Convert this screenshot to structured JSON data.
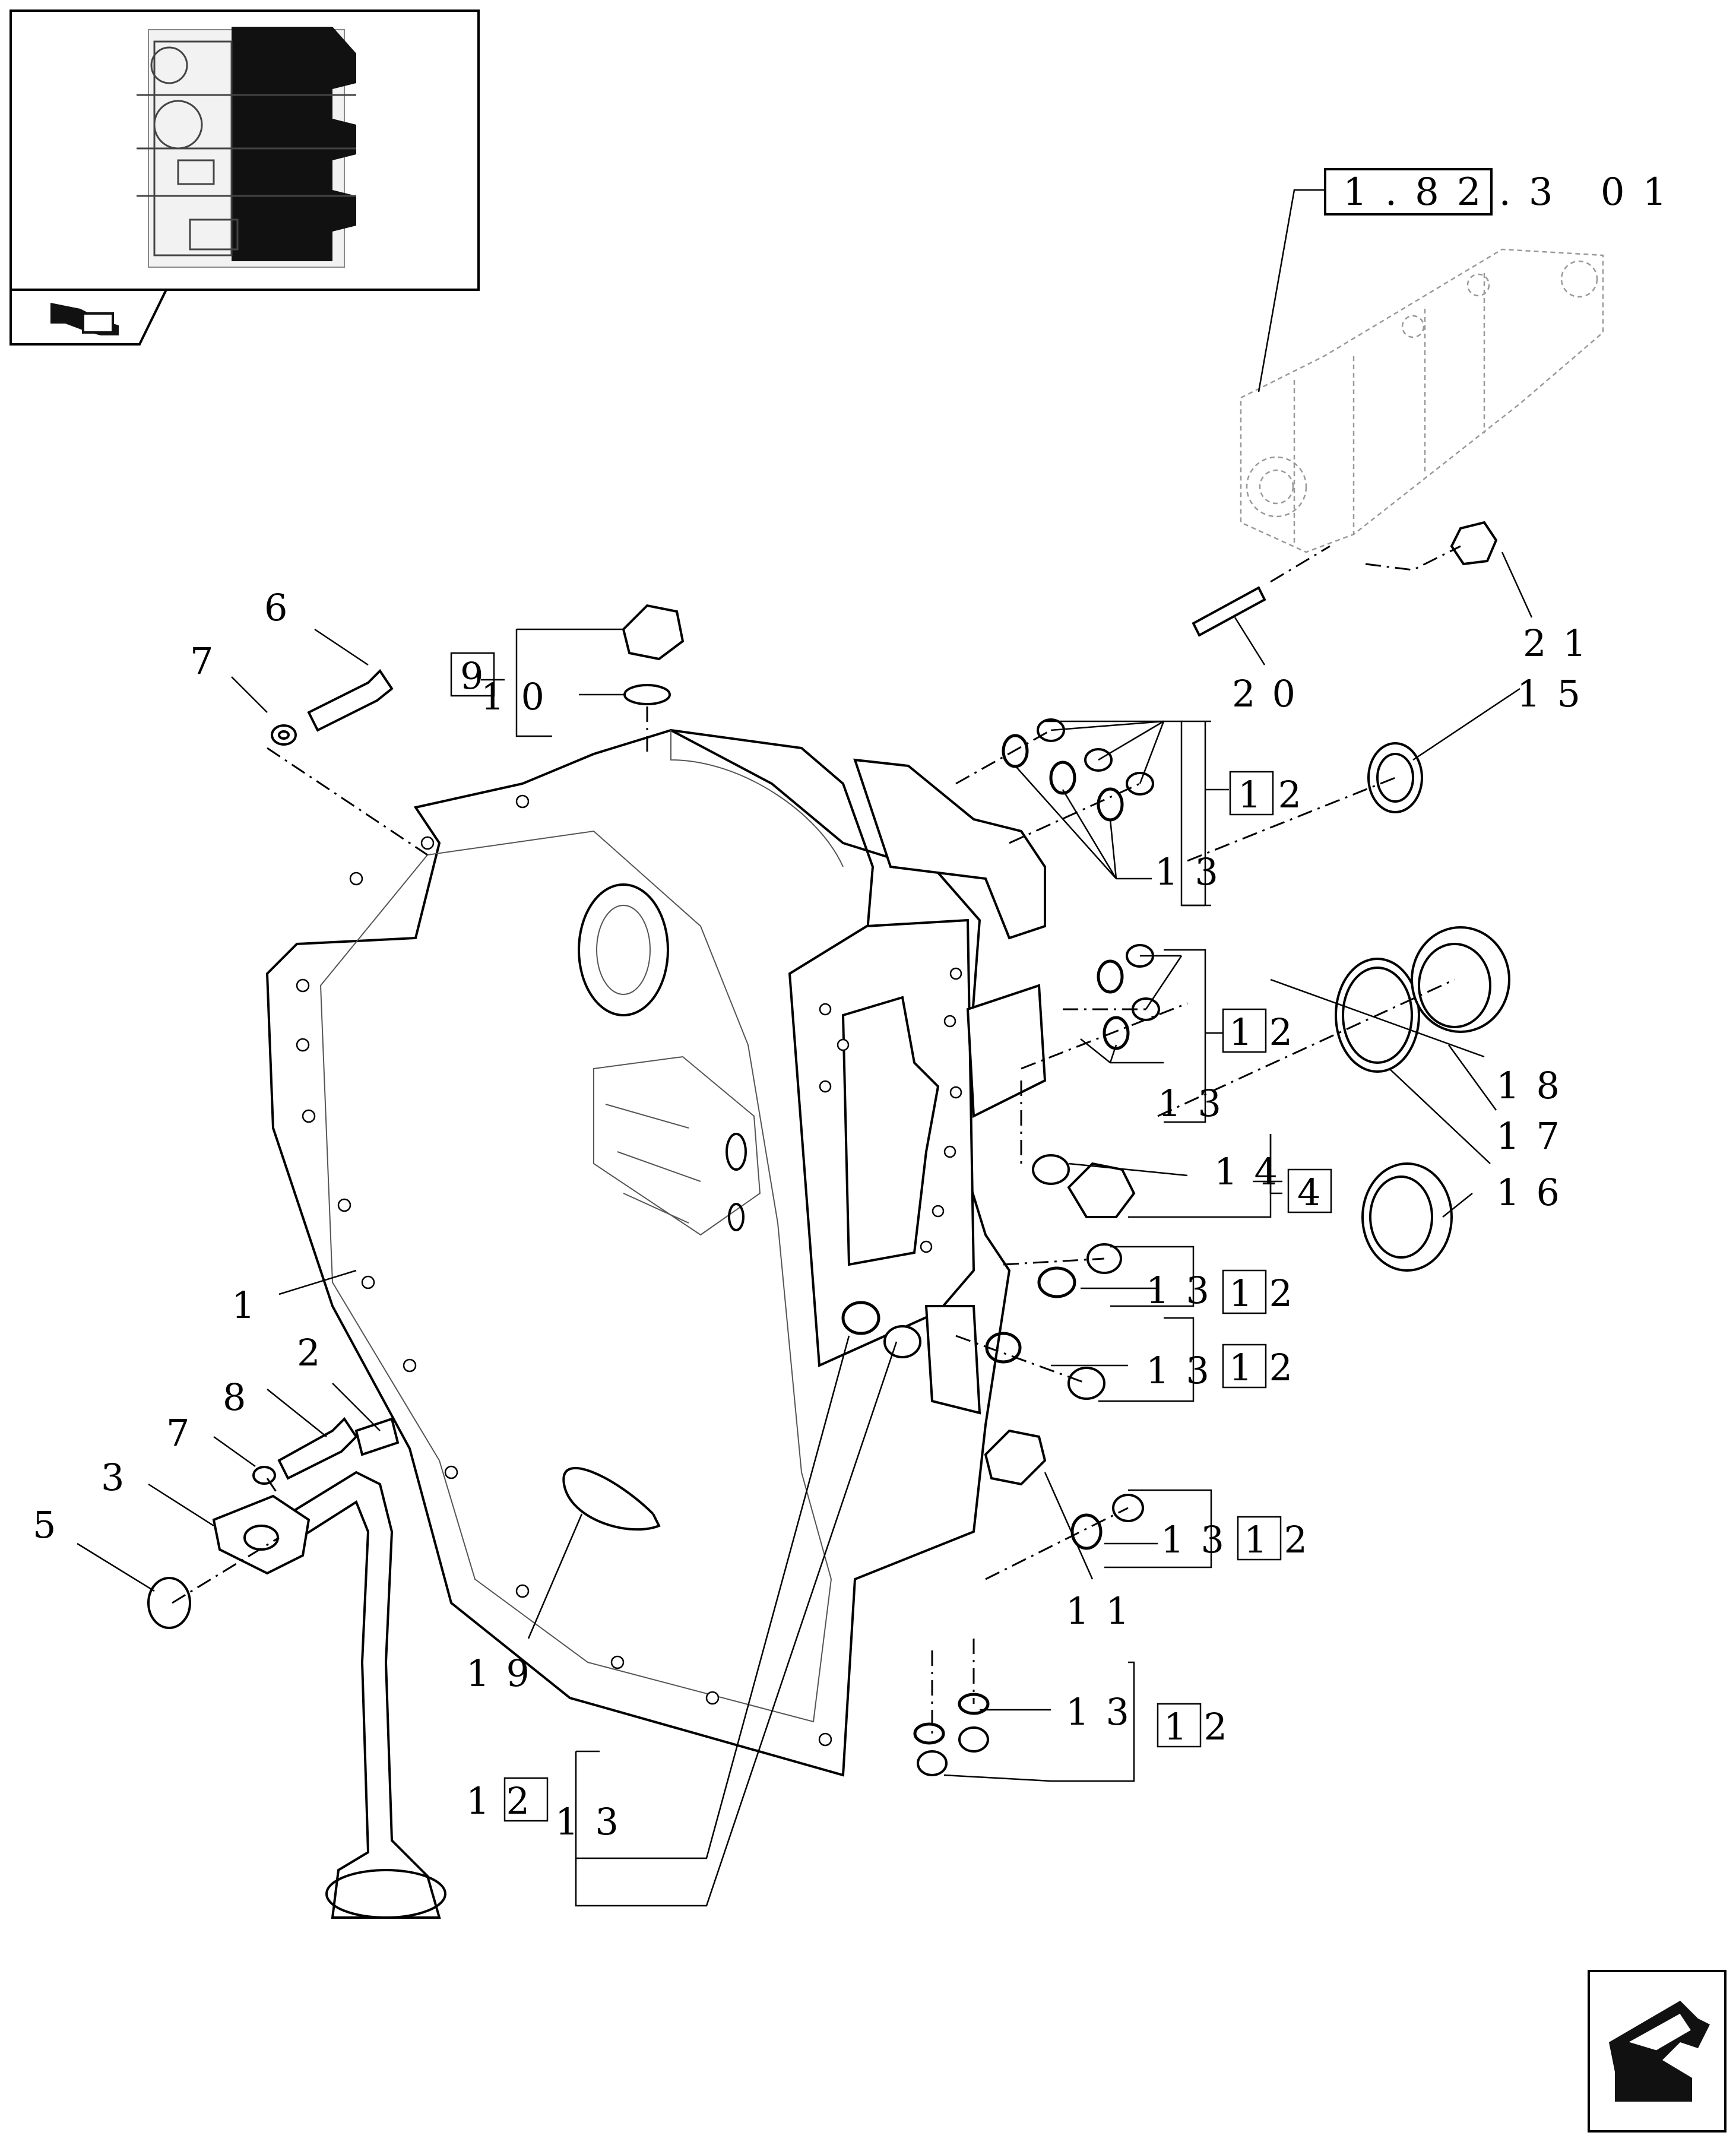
{
  "reference_box": "1.82.3 01",
  "callouts": {
    "c1": "1",
    "c2": "2",
    "c3": "3",
    "c4": "4",
    "c5": "5",
    "c6": "6",
    "c7a": "7",
    "c7b": "7",
    "c8": "8",
    "c9": "9",
    "c10": "10",
    "c11": "11",
    "c12_a": "12",
    "c13_a": "13",
    "c12_b": "12",
    "c13_b": "13",
    "c14": "14",
    "c12_c": "12",
    "c13_c": "13",
    "c12_d": "12",
    "c13_d": "13",
    "c12_e": "12",
    "c13_e": "13",
    "c12_f": "12",
    "c13_f": "13",
    "c12_g": "12",
    "c13_g": "13",
    "c15": "15",
    "c16": "16",
    "c17": "17",
    "c18": "18",
    "c19": "19",
    "c20": "20",
    "c21": "21"
  },
  "icons": {
    "thumbnail": "transmission-overview-thumbnail",
    "nav_back": "page-back-arrow-icon",
    "nav_next": "page-forward-arrow-icon"
  }
}
